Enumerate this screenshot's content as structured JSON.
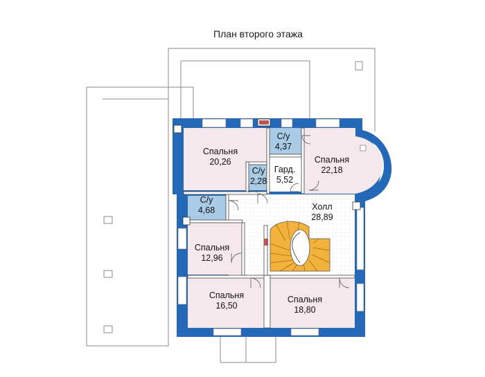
{
  "title": "План второго этажа",
  "rooms": [
    {
      "id": "bedroom-1",
      "name": "Спальня",
      "area": "20,26"
    },
    {
      "id": "bath-1",
      "name": "С/у",
      "area": "4,37"
    },
    {
      "id": "bedroom-2",
      "name": "Спальня",
      "area": "22,18"
    },
    {
      "id": "bath-2",
      "name": "С/у",
      "area": "2,28"
    },
    {
      "id": "wardrobe",
      "name": "Гард.",
      "area": "5,52"
    },
    {
      "id": "bath-3",
      "name": "С/у",
      "area": "4,68"
    },
    {
      "id": "hall",
      "name": "Холл",
      "area": "28,89"
    },
    {
      "id": "bedroom-3",
      "name": "Спальня",
      "area": "12,96"
    },
    {
      "id": "bedroom-4",
      "name": "Спальня",
      "area": "16,50"
    },
    {
      "id": "bedroom-5",
      "name": "Спальня",
      "area": "18,80"
    }
  ],
  "colors": {
    "wall": "#2468b8",
    "bedroom_floor": "#f5e8ec",
    "bathroom_floor": "#a9cbe6",
    "hall_floor": "#ffffff",
    "stair": "#f2b23c",
    "roof_outline": "#8a8a8a"
  }
}
